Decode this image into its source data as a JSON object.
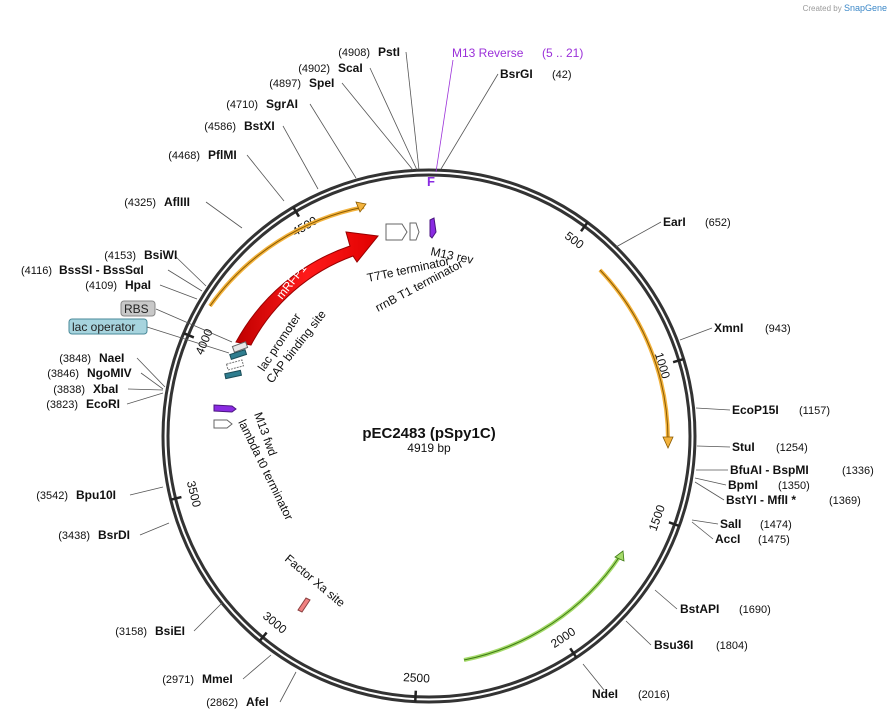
{
  "creator": {
    "prefix": "Created by",
    "brand": "SnapGene"
  },
  "plasmid": {
    "name": "pEC2483 (pSpy1C)",
    "size_label": "4919 bp",
    "length": 4919
  },
  "ticks": [
    "500",
    "1000",
    "1500",
    "2000",
    "2500",
    "3000",
    "3500",
    "4000",
    "4500"
  ],
  "primer": {
    "symbol": "F",
    "label": "M13 Reverse",
    "range": "(5 .. 21)",
    "color": "#9b30d9"
  },
  "sites": [
    {
      "name": "PstI",
      "pos": "(4908)"
    },
    {
      "name": "ScaI",
      "pos": "(4902)"
    },
    {
      "name": "SpeI",
      "pos": "(4897)"
    },
    {
      "name": "SgrAI",
      "pos": "(4710)"
    },
    {
      "name": "BstXI",
      "pos": "(4586)"
    },
    {
      "name": "PflMI",
      "pos": "(4468)"
    },
    {
      "name": "AflIII",
      "pos": "(4325)"
    },
    {
      "name": "BsiWI",
      "pos": "(4153)"
    },
    {
      "name": "BssSI  -  BssSαI",
      "pos": "(4116)"
    },
    {
      "name": "HpaI",
      "pos": "(4109)"
    },
    {
      "name": "NaeI",
      "pos": "(3848)"
    },
    {
      "name": "NgoMIV",
      "pos": "(3846)"
    },
    {
      "name": "XbaI",
      "pos": "(3838)"
    },
    {
      "name": "EcoRI",
      "pos": "(3823)"
    },
    {
      "name": "Bpu10I",
      "pos": "(3542)"
    },
    {
      "name": "BsrDI",
      "pos": "(3438)"
    },
    {
      "name": "BsiEI",
      "pos": "(3158)"
    },
    {
      "name": "MmeI",
      "pos": "(2971)"
    },
    {
      "name": "AfeI",
      "pos": "(2862)"
    },
    {
      "name": "BsrGI",
      "pos": "(42)"
    },
    {
      "name": "EarI",
      "pos": "(652)"
    },
    {
      "name": "XmnI",
      "pos": "(943)"
    },
    {
      "name": "EcoP15I",
      "pos": "(1157)"
    },
    {
      "name": "StuI",
      "pos": "(1254)"
    },
    {
      "name": "BfuAI  -  BspMI",
      "pos": "(1336)"
    },
    {
      "name": "BpmI",
      "pos": "(1350)"
    },
    {
      "name": "BstYI  -  MflI *",
      "pos": "(1369)"
    },
    {
      "name": "SalI",
      "pos": "(1474)"
    },
    {
      "name": "AccI",
      "pos": "(1475)"
    },
    {
      "name": "BstAPI",
      "pos": "(1690)"
    },
    {
      "name": "Bsu36I",
      "pos": "(1804)"
    },
    {
      "name": "NdeI",
      "pos": "(2016)"
    }
  ],
  "boxed_labels": [
    {
      "text": "RBS",
      "fill": "#c8c8c8"
    },
    {
      "text": "lac operator",
      "fill": "#a7d4de"
    }
  ],
  "features": {
    "mrfp1": {
      "label": "mRFP1",
      "color": "#ff0000"
    },
    "rrnb": "rrnB T1 terminator",
    "t7te": "T7Te terminator",
    "m13rev": "M13 rev",
    "lacpromoter": "lac promoter",
    "cap": "CAP binding site",
    "m13fwd": "M13 fwd",
    "lambda": "lambda t0 terminator",
    "factorxa": "Factor Xa site"
  },
  "colors": {
    "backbone": "#333333",
    "orange_arc": "#f0a030",
    "green_arc": "#7ac143",
    "lac": "#2e7d8f",
    "purple": "#8a2be2"
  }
}
